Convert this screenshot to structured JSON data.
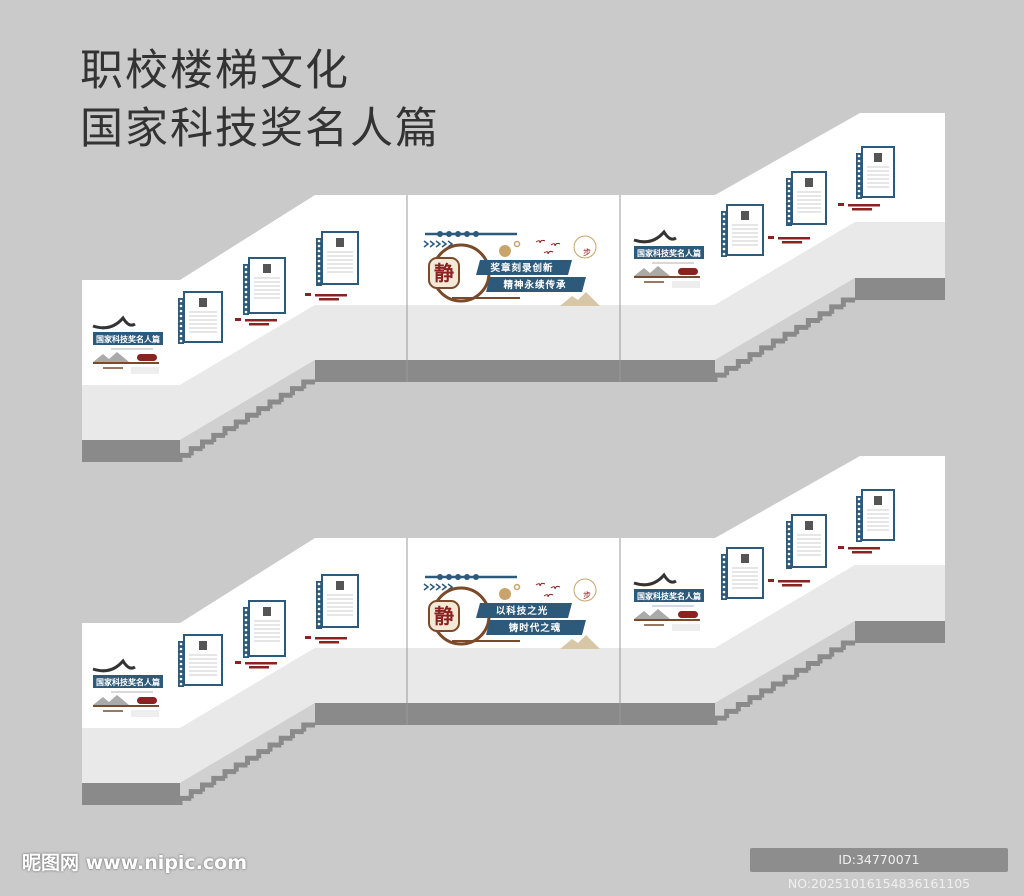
{
  "title": {
    "line1": "职校楼梯文化",
    "line2": "国家科技奖名人篇"
  },
  "units": [
    {
      "side_sign": "国家科技奖名人篇",
      "center_badge": "静",
      "slogan_1": "奖章刻录创新",
      "slogan_2": "精神永续传承",
      "seal": "步"
    },
    {
      "side_sign": "国家科技奖名人篇",
      "center_badge": "静",
      "slogan_1": "以科技之光",
      "slogan_2": "铸时代之魂",
      "seal": "步"
    }
  ],
  "colors": {
    "blue": "#2d5a7b",
    "brown": "#7a4a2a",
    "red": "#8b2222",
    "cream": "#f4e9d6",
    "wall": "#ffffff",
    "lower_wall": "#e9e9e9",
    "stair": "#8a8a8a"
  },
  "watermark": {
    "logo": "昵图网 www.nipic.com",
    "id": "ID:34770071 NO:20251016154836161105"
  }
}
